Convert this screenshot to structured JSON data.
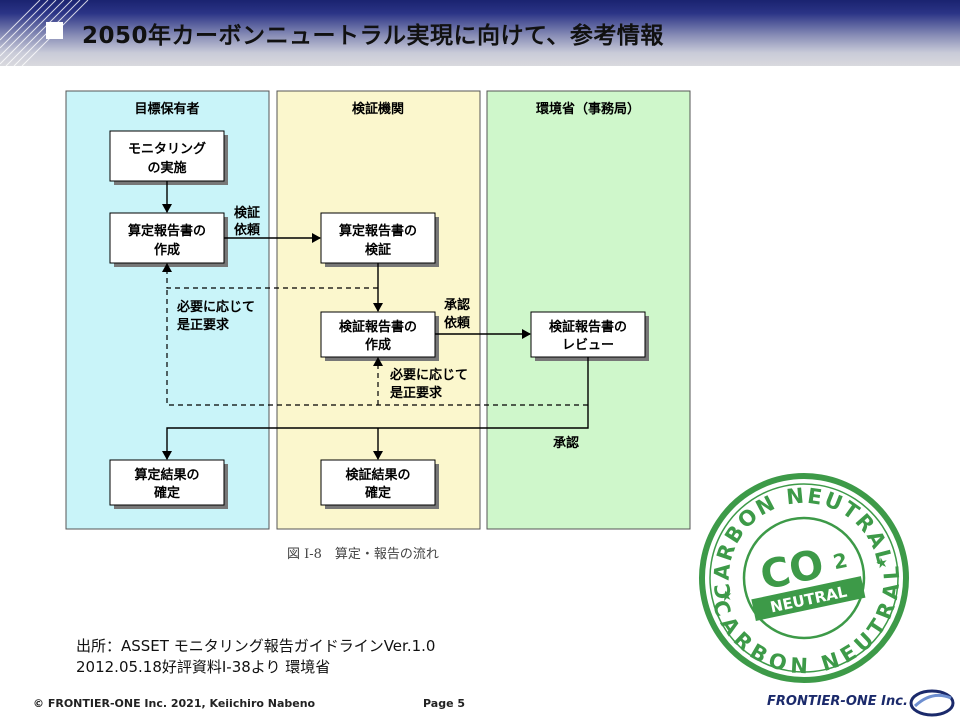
{
  "header": {
    "title": "2050年カーボンニュートラル実現に向けて、参考情報"
  },
  "diagram": {
    "lanes": [
      {
        "label": "目標保有者",
        "color": "#c9f4f9"
      },
      {
        "label": "検証機関",
        "color": "#fbf7cd"
      },
      {
        "label": "環境省（事務局）",
        "color": "#cff7cb"
      }
    ],
    "boxes": {
      "monitoring": [
        "モニタリング",
        "の実施"
      ],
      "calc_report_create": [
        "算定報告書の",
        "作成"
      ],
      "calc_report_verify": [
        "算定報告書の",
        "検証"
      ],
      "verify_report_create": [
        "検証報告書の",
        "作成"
      ],
      "verify_report_review": [
        "検証報告書の",
        "レビュー"
      ],
      "calc_result": [
        "算定結果の",
        "確定"
      ],
      "verify_result": [
        "検証結果の",
        "確定"
      ]
    },
    "labels": {
      "verify_request": [
        "検証",
        "依頼"
      ],
      "approve_request": [
        "承認",
        "依頼"
      ],
      "correction_1": [
        "必要に応じて",
        "是正要求"
      ],
      "correction_2": [
        "必要に応じて",
        "是正要求"
      ],
      "approval": "承認"
    },
    "caption": "図 I-8　算定・報告の流れ"
  },
  "source": {
    "line1": "出所：ASSET モニタリング報告ガイドラインVer.1.0",
    "line2": "2012.05.18好評資料I-38より 環境省"
  },
  "stamp": {
    "top_text": "CARBON NEUTRAL",
    "bottom_text": "CARBON NEUTRAL",
    "co": "CO",
    "sub": "2",
    "band": "NEUTRAL",
    "color": "#3d9a48"
  },
  "footer": {
    "copyright": "© FRONTIER-ONE Inc. 2021,  Keiichiro  Nabeno",
    "page": "Page 5",
    "logo": "FRONTIER-ONE Inc."
  },
  "colors": {
    "header_dark": "#1a2370",
    "logo_blue": "#1b2a6b"
  }
}
